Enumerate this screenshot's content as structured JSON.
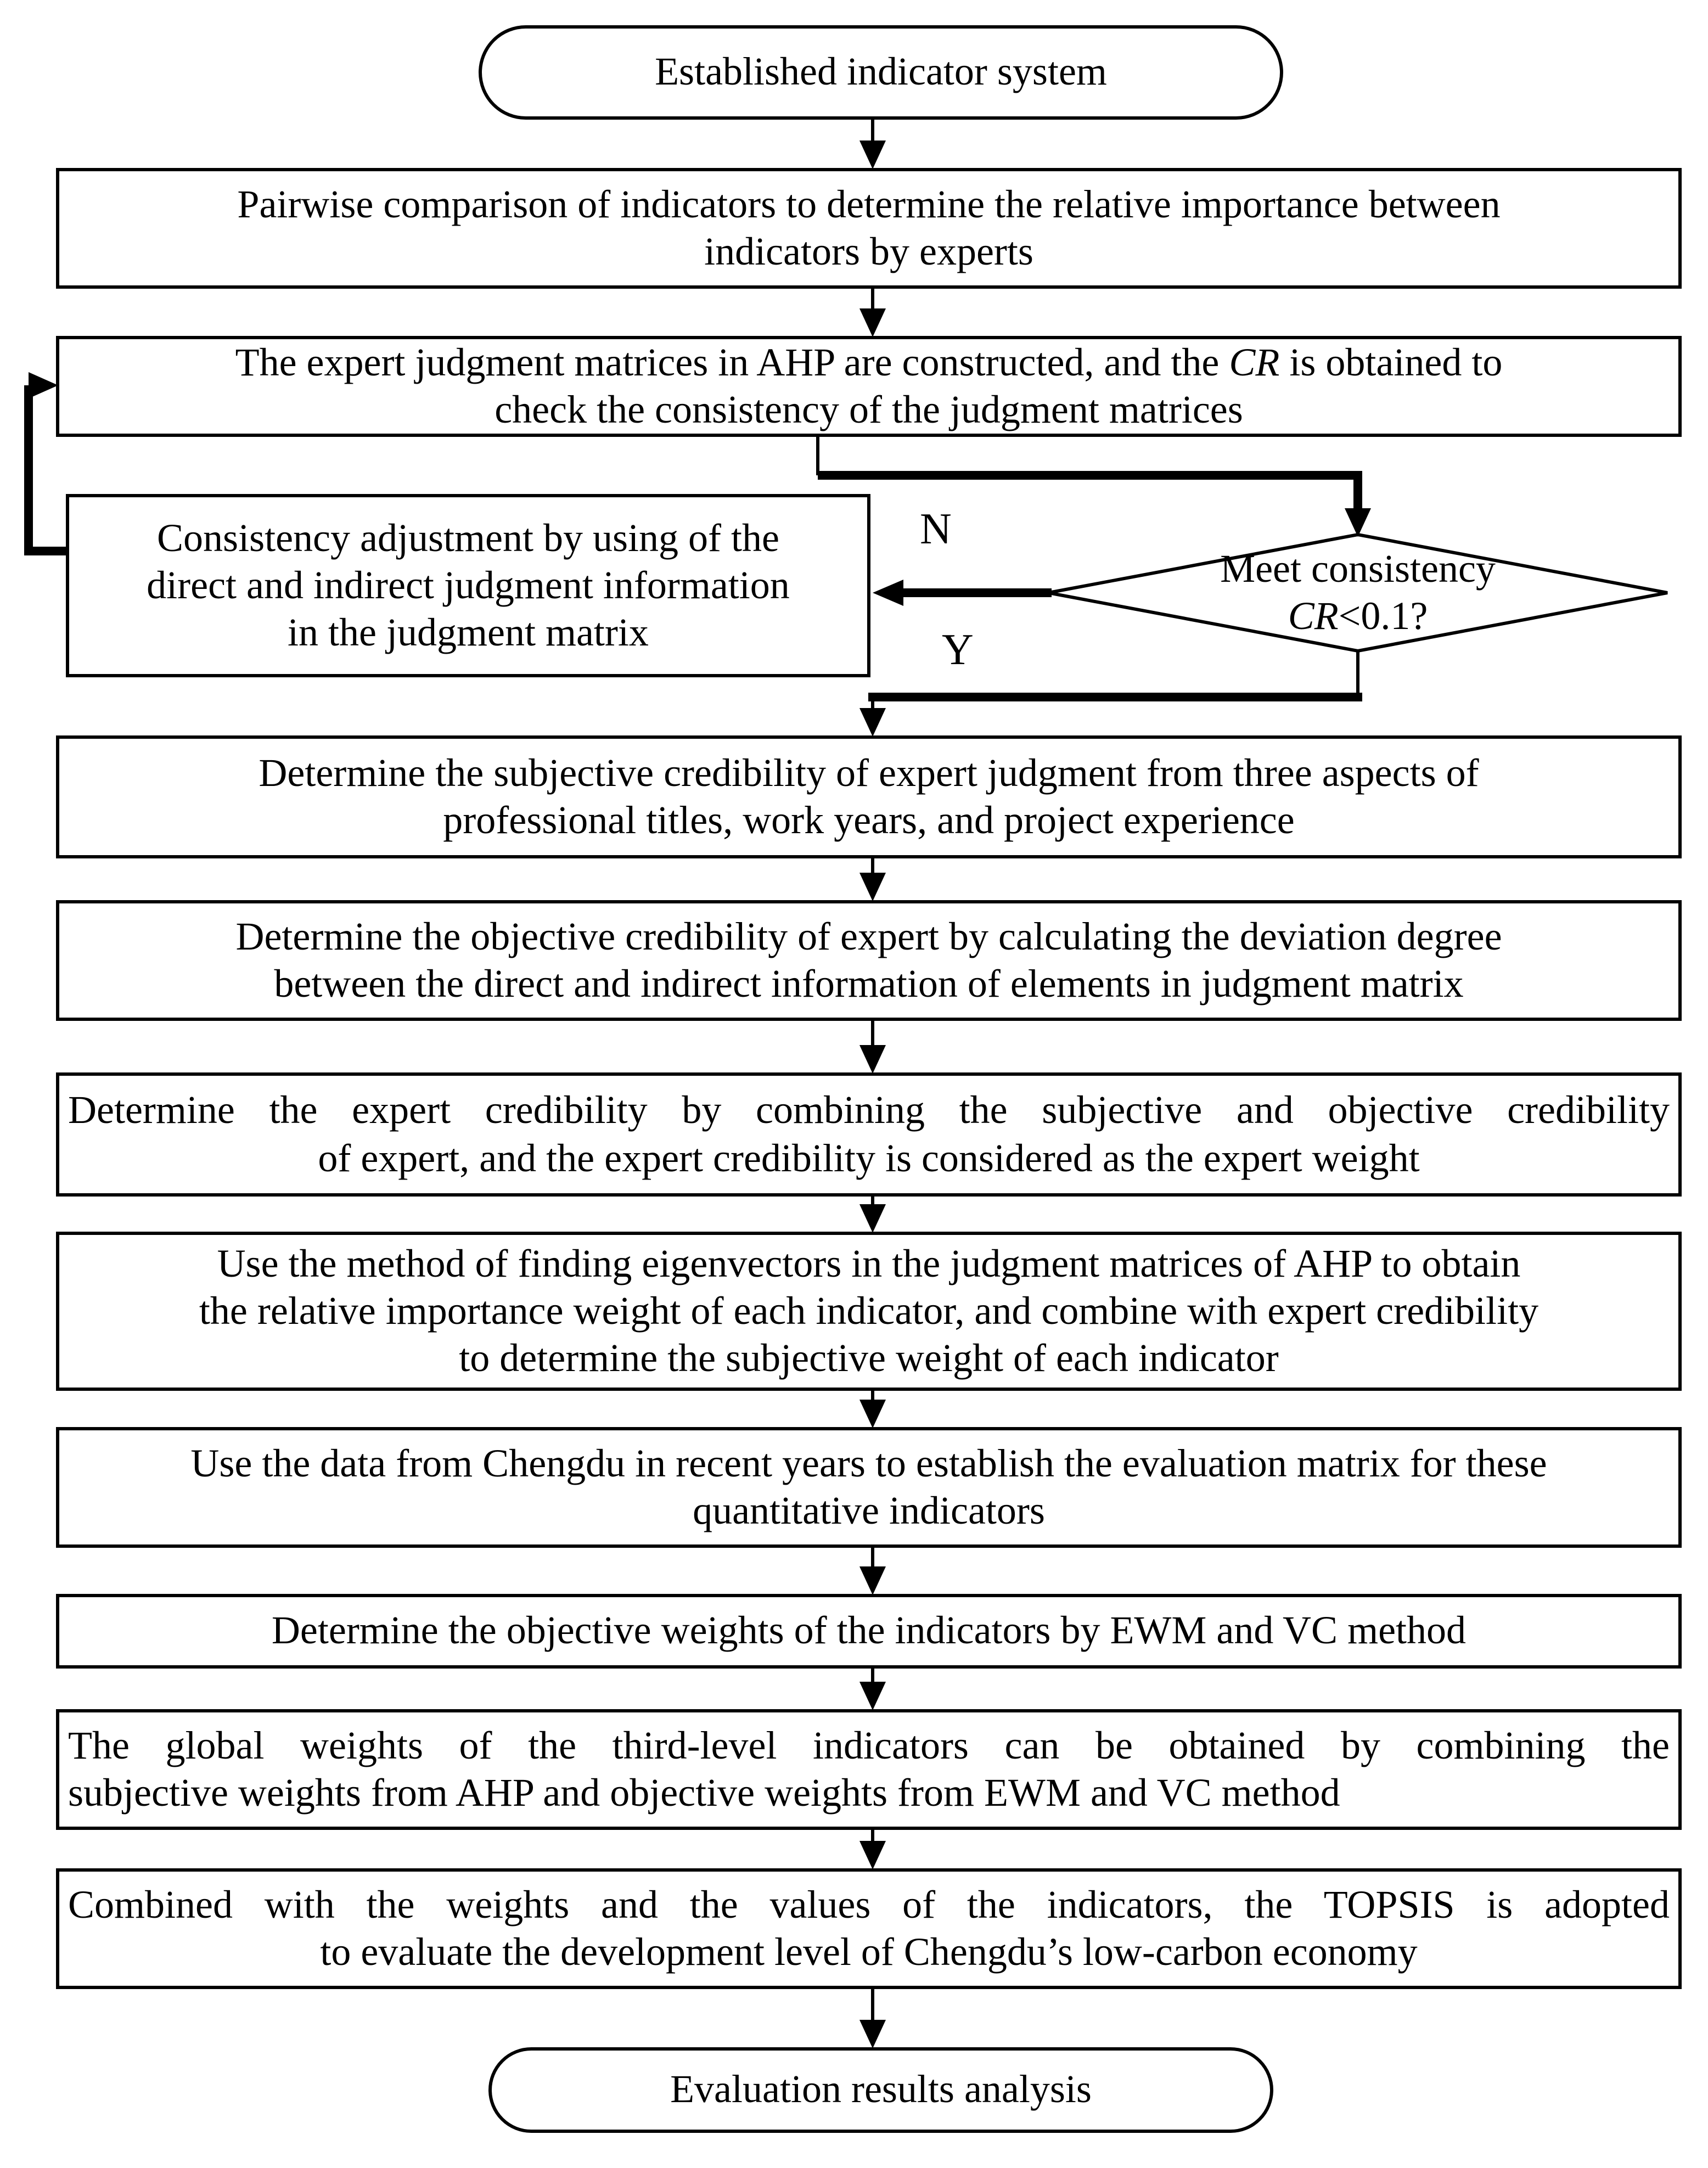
{
  "diagram": {
    "type": "flowchart",
    "colors": {
      "stroke": "#000000",
      "fill": "#ffffff",
      "text": "#000000"
    },
    "edge_labels": {
      "no": "N",
      "yes": "Y"
    },
    "nodes": {
      "start": {
        "shape": "terminator",
        "lines": [
          "Established indicator system"
        ]
      },
      "pairwise": {
        "shape": "process",
        "lines": [
          "Pairwise comparison of indicators to determine the relative importance between",
          "indicators by experts"
        ]
      },
      "construct": {
        "shape": "process",
        "lines": [
          [
            "The expert judgment matrices in AHP are constructed, and the ",
            {
              "t": "CR",
              "italic": true
            },
            " is obtained to"
          ],
          "check the consistency of the judgment matrices"
        ]
      },
      "adjust": {
        "shape": "process",
        "lines": [
          "Consistency adjustment by using of the",
          "direct and indirect judgment information",
          "in the judgment matrix"
        ]
      },
      "decision": {
        "shape": "decision",
        "lines": [
          "Meet consistency",
          [
            {
              "t": "CR",
              "italic": true
            },
            "<0.1?"
          ]
        ]
      },
      "subjcred": {
        "shape": "process",
        "lines": [
          "Determine the subjective credibility of expert judgment from three aspects of",
          "professional titles, work years, and project experience"
        ]
      },
      "objcred": {
        "shape": "process",
        "lines": [
          "Determine the objective credibility of expert by calculating the deviation degree",
          "between the direct and indirect information of elements in judgment matrix"
        ]
      },
      "expcred": {
        "shape": "process",
        "lines": [
          "Determine the expert credibility by combining the subjective and objective credibility",
          "of expert, and the expert credibility is considered as the expert weight"
        ]
      },
      "subjweight": {
        "shape": "process",
        "lines": [
          "Use the method of finding eigenvectors in the judgment matrices of AHP to obtain",
          "the relative importance weight of each indicator, and combine with expert credibility",
          "to determine the subjective weight of each indicator"
        ]
      },
      "evalmatrix": {
        "shape": "process",
        "lines": [
          "Use the data from Chengdu in recent years to establish the evaluation matrix for these",
          "quantitative indicators"
        ]
      },
      "objweights": {
        "shape": "process",
        "lines": [
          "Determine the objective weights of the indicators by EWM and VC method"
        ]
      },
      "globalweights": {
        "shape": "process",
        "lines": [
          "The global weights of the third-level indicators can be obtained by combining the",
          "subjective weights from AHP and objective weights from EWM and VC method"
        ]
      },
      "topsis": {
        "shape": "process",
        "lines": [
          "Combined with the weights and the values of the indicators, the TOPSIS is adopted",
          "to evaluate the development level of Chengdu’s low-carbon economy"
        ]
      },
      "end": {
        "shape": "terminator",
        "lines": [
          "Evaluation results analysis"
        ]
      }
    }
  }
}
